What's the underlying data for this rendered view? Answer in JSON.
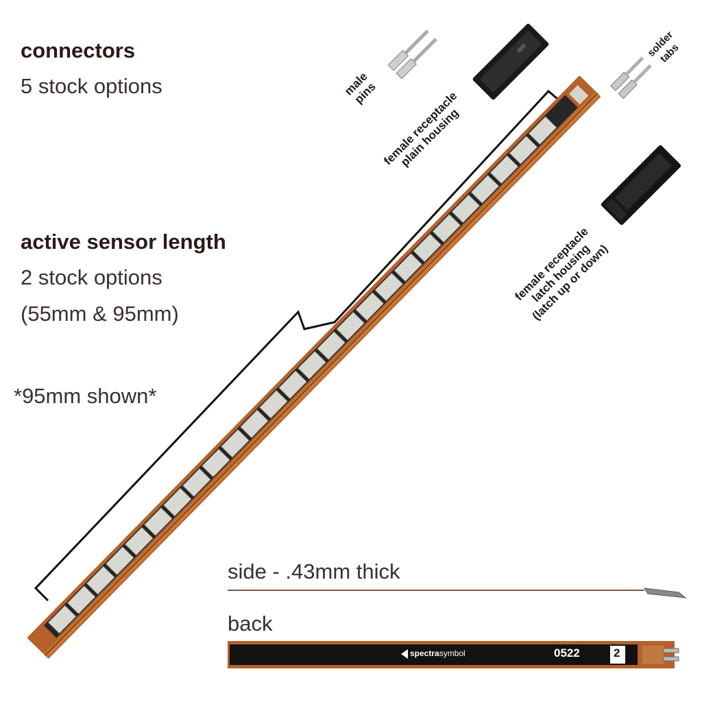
{
  "headings": {
    "connectors_title": "connectors",
    "connectors_sub": "5 stock options",
    "length_title": "active sensor length",
    "length_sub1": "2 stock options",
    "length_sub2": "(55mm & 95mm)",
    "shown_note": "*95mm shown*"
  },
  "connector_labels": {
    "male_pins_1": "male",
    "male_pins_2": "pins",
    "plain_1": "female receptacle",
    "plain_2": "plain housing",
    "latch_1": "female receptacle",
    "latch_2": "latch housing",
    "latch_3": "(latch up or down)",
    "solder_1": "solder",
    "solder_2": "tabs"
  },
  "views": {
    "side_label": "side - .43mm thick",
    "back_label": "back"
  },
  "back_strip": {
    "brand_bold": "spectra",
    "brand_light": "symbol",
    "code": "0522",
    "num": "2"
  },
  "colors": {
    "substrate": "#b5622a",
    "pad": "#d9d9d3",
    "dark": "#1a1a1a"
  }
}
